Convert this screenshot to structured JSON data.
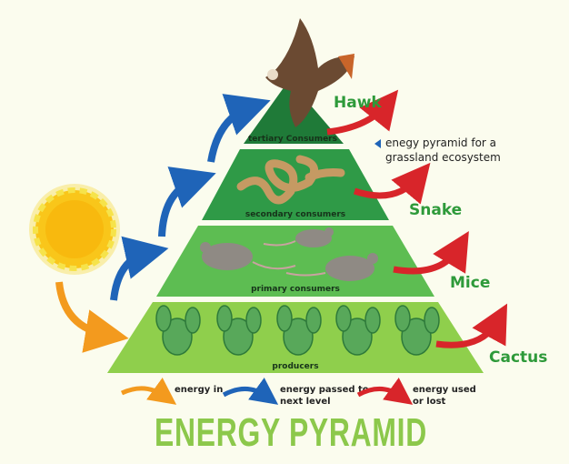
{
  "title": "ENERGY PYRAMID",
  "note": [
    "enegy pyramid for a",
    "grassland ecosystem"
  ],
  "tiers": [
    {
      "level": "tertiary Consumers",
      "organism": "Hawk",
      "color": "#1f7a38"
    },
    {
      "level": "secondary consumers",
      "organism": "Snake",
      "color": "#2f9a47"
    },
    {
      "level": "primary consumers",
      "organism": "Mice",
      "color": "#5dbd52"
    },
    {
      "level": "producers",
      "organism": "Cactus",
      "color": "#8fcf4c"
    }
  ],
  "legend": [
    {
      "lines": [
        "energy in"
      ],
      "color": "#f39a1e"
    },
    {
      "lines": [
        "energy passed to",
        "next level"
      ],
      "color": "#1f64b8"
    },
    {
      "lines": [
        "energy used",
        "or lost"
      ],
      "color": "#d8252a"
    }
  ]
}
